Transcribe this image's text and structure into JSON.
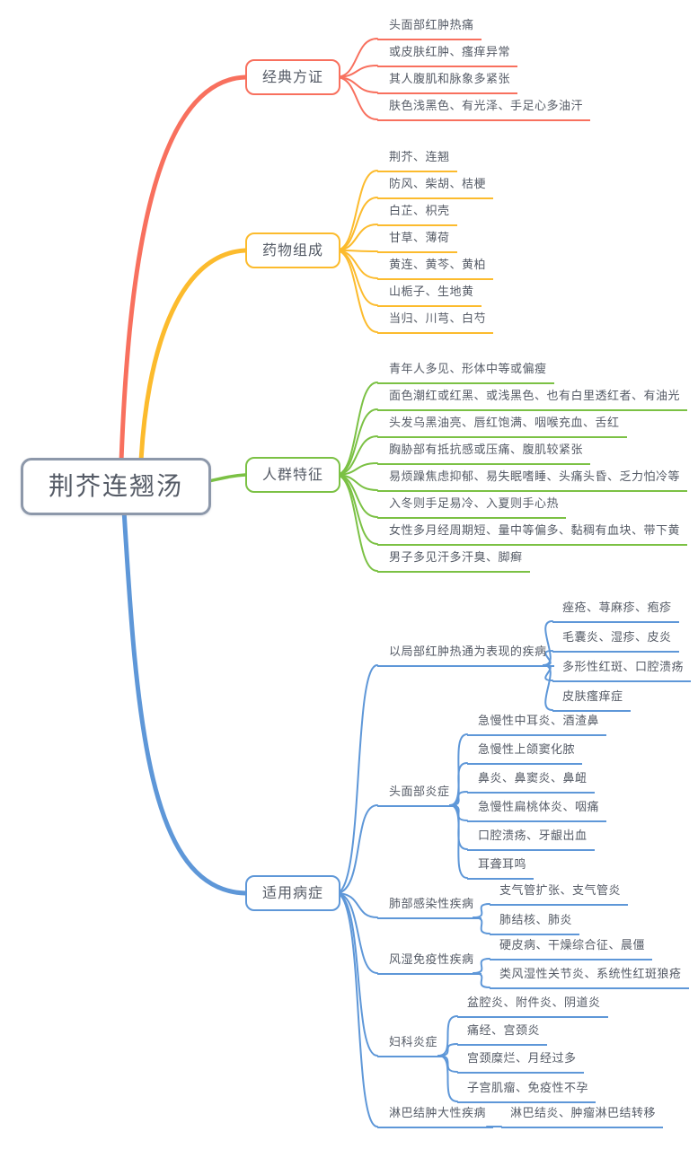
{
  "title": "荆芥连翘汤",
  "colors": {
    "red": "#f8705e",
    "yellow": "#fcbb2d",
    "green": "#7bc144",
    "blue": "#5e97d8",
    "center_border": "#8d98aa",
    "text": "#555b66"
  },
  "branches": [
    {
      "label": "经典方证",
      "children": [
        {
          "label": "头面部红肿热痛"
        },
        {
          "label": "或皮肤红肿、瘙痒异常"
        },
        {
          "label": "其人腹肌和脉象多紧张"
        },
        {
          "label": "肤色浅黑色、有光泽、手足心多油汗"
        }
      ]
    },
    {
      "label": "药物组成",
      "children": [
        {
          "label": "荆芥、连翘"
        },
        {
          "label": "防风、柴胡、桔梗"
        },
        {
          "label": "白芷、枳壳"
        },
        {
          "label": "甘草、薄荷"
        },
        {
          "label": "黄连、黄芩、黄柏"
        },
        {
          "label": "山栀子、生地黄"
        },
        {
          "label": "当归、川芎、白芍"
        }
      ]
    },
    {
      "label": "人群特征",
      "children": [
        {
          "label": "青年人多见、形体中等或偏瘦"
        },
        {
          "label": "面色潮红或红黑、或浅黑色、也有白里透红者、有油光"
        },
        {
          "label": "头发乌黑油亮、唇红饱满、咽喉充血、舌红"
        },
        {
          "label": "胸胁部有抵抗感或压痛、腹肌较紧张"
        },
        {
          "label": "易烦躁焦虑抑郁、易失眠嗜睡、头痛头昏、乏力怕冷等"
        },
        {
          "label": "入冬则手足易冷、入夏则手心热"
        },
        {
          "label": "女性多月经周期短、量中等偏多、黏稠有血块、带下黄"
        },
        {
          "label": "男子多见汗多汗臭、脚癣"
        }
      ]
    },
    {
      "label": "适用病症",
      "children": [
        {
          "label": "以局部红肿热通为表现的疾病",
          "children": [
            {
              "label": "痤疮、荨麻疹、疱疹"
            },
            {
              "label": "毛囊炎、湿疹、皮炎"
            },
            {
              "label": "多形性红斑、口腔溃疡"
            },
            {
              "label": "皮肤瘙痒症"
            }
          ]
        },
        {
          "label": "头面部炎症",
          "children": [
            {
              "label": "急慢性中耳炎、酒渣鼻"
            },
            {
              "label": "急慢性上颌窦化脓"
            },
            {
              "label": "鼻炎、鼻窦炎、鼻衄"
            },
            {
              "label": "急慢性扁桃体炎、咽痛"
            },
            {
              "label": "口腔溃疡、牙龈出血"
            },
            {
              "label": "耳聋耳鸣"
            }
          ]
        },
        {
          "label": "肺部感染性疾病",
          "children": [
            {
              "label": "支气管扩张、支气管炎"
            },
            {
              "label": "肺结核、肺炎"
            }
          ]
        },
        {
          "label": "风湿免疫性疾病",
          "children": [
            {
              "label": "硬皮病、干燥综合征、晨僵"
            },
            {
              "label": "类风湿性关节炎、系统性红斑狼疮"
            }
          ]
        },
        {
          "label": "妇科炎症",
          "children": [
            {
              "label": "盆腔炎、附件炎、阴道炎"
            },
            {
              "label": "痛经、宫颈炎"
            },
            {
              "label": "宫颈糜烂、月经过多"
            },
            {
              "label": "子宫肌瘤、免疫性不孕"
            }
          ]
        },
        {
          "label": "淋巴结肿大性疾病",
          "children": [
            {
              "label": "淋巴结炎、肿瘤淋巴结转移"
            }
          ]
        }
      ]
    }
  ]
}
